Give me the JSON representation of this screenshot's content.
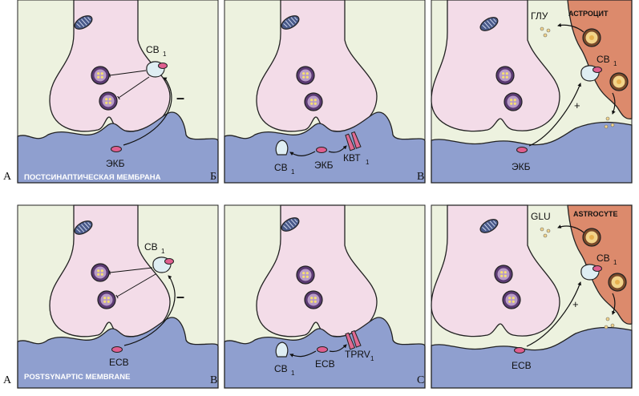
{
  "top_row": {
    "panel_a": {
      "letter": "A",
      "cb1": "CB",
      "cb1_sub": "1",
      "ecb": "ЭКБ",
      "sign": "–",
      "strip": "ПОСТСИНАПТИЧЕСКАЯ МЕМБРАНА"
    },
    "panel_b": {
      "letter": "Б",
      "cb1": "CB",
      "cb1_sub": "1",
      "ecb": "ЭКБ",
      "trpv": "КВТ",
      "trpv_sub": "1"
    },
    "panel_c": {
      "letter": "В",
      "astrocyte": "АСТРОЦИТ",
      "glu": "ГЛУ",
      "cb1": "CB",
      "cb1_sub": "1",
      "ecb": "ЭКБ",
      "sign": "+"
    }
  },
  "bottom_row": {
    "panel_a": {
      "letter": "A",
      "cb1": "CB",
      "cb1_sub": "1",
      "ecb": "ECB",
      "sign": "–",
      "strip": "POSTSYNAPTIC MEMBRANE"
    },
    "panel_b": {
      "letter": "B",
      "cb1": "CB",
      "cb1_sub": "1",
      "ecb": "ECB",
      "trpv": "TPRV",
      "trpv_sub": "1"
    },
    "panel_c": {
      "letter": "C",
      "astrocyte": "ASTROCYTE",
      "glu": "GLU",
      "cb1": "CB",
      "cb1_sub": "1",
      "ecb": "ECB",
      "sign": "+"
    }
  },
  "colors": {
    "background": "#edf2df",
    "presynaptic": "#f3dce8",
    "postsynaptic": "#8f9fcf",
    "astrocyte": "#dc8a6c",
    "receptor_head": "#dfeef3",
    "receptor_tip": "#e05f8f",
    "vesicle": "#5a3a72",
    "vesicle_core": "#f6df72",
    "trpv": "#e06a92"
  }
}
